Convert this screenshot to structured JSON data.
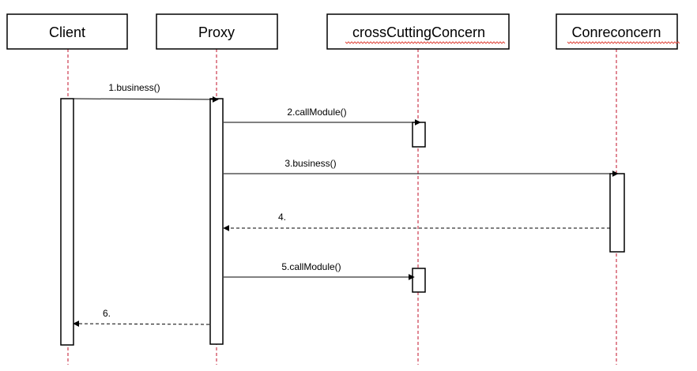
{
  "participants": [
    {
      "id": "client",
      "label": "Client",
      "spellcheck": false
    },
    {
      "id": "proxy",
      "label": "Proxy",
      "spellcheck": false
    },
    {
      "id": "cross",
      "label": "crossCuttingConcern",
      "spellcheck": true
    },
    {
      "id": "core",
      "label": "Conreconcern",
      "spellcheck": true
    }
  ],
  "messages": [
    {
      "label": "1.business()",
      "from": "client",
      "to": "proxy",
      "dashed": false
    },
    {
      "label": "2.callModule()",
      "from": "proxy",
      "to": "cross",
      "dashed": false
    },
    {
      "label": "3.business()",
      "from": "proxy",
      "to": "core",
      "dashed": false
    },
    {
      "label": "4.",
      "from": "core",
      "to": "proxy",
      "dashed": true
    },
    {
      "label": "5.callModule()",
      "from": "proxy",
      "to": "cross",
      "dashed": false
    },
    {
      "label": "6.",
      "from": "proxy",
      "to": "client",
      "dashed": true
    }
  ],
  "colors": {
    "lifeline": "#c0102a",
    "box_border": "#000000",
    "spellcheck_underline": "#e04a3f"
  }
}
